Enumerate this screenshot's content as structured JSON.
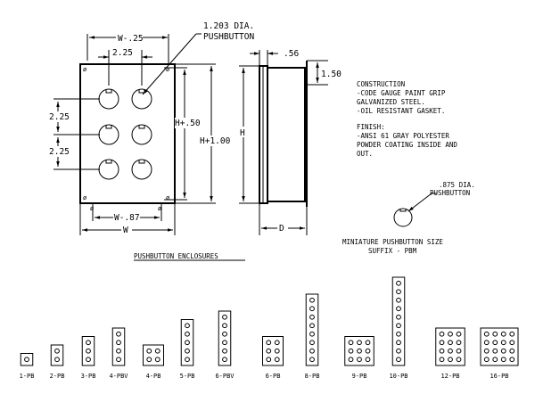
{
  "front_view": {
    "pushbutton_callout": [
      "1.203 DIA.",
      "PUSHBUTTON"
    ],
    "dim_top_width": "W-.25",
    "dim_top_spacing": "2.25",
    "dim_left_spacing_upper": "2.25",
    "dim_left_spacing_lower": "2.25",
    "dim_inner_height": "H+.50",
    "dim_outer_height": "H+1.00",
    "dim_bottom_width": "W-.87",
    "dim_overall_width": "W",
    "caption": "PUSHBUTTON ENCLOSURES"
  },
  "side_view": {
    "dim_top": ".56",
    "dim_flange": "1.50",
    "dim_height": "H",
    "dim_depth": "D"
  },
  "notes": {
    "construction_heading": "CONSTRUCTION",
    "construction_lines": [
      "-CODE GAUGE PAINT GRIP",
      "GALVANIZED STEEL.",
      "-OIL RESISTANT GASKET."
    ],
    "finish_heading": "FINISH:",
    "finish_lines": [
      "-ANSI 61 GRAY POLYESTER",
      "POWDER COATING INSIDE AND",
      "OUT."
    ]
  },
  "miniature": {
    "callout": [
      ".875 DIA.",
      "PUSHBUTTON"
    ],
    "caption": [
      "MINIATURE PUSHBUTTON SIZE",
      "SUFFIX - PBM"
    ]
  },
  "enclosures": [
    {
      "label": "1-PB",
      "cols": 1,
      "rows": 1
    },
    {
      "label": "2-PB",
      "cols": 1,
      "rows": 2
    },
    {
      "label": "3-PB",
      "cols": 1,
      "rows": 3
    },
    {
      "label": "4-PBV",
      "cols": 1,
      "rows": 4
    },
    {
      "label": "4-PB",
      "cols": 2,
      "rows": 2
    },
    {
      "label": "5-PB",
      "cols": 1,
      "rows": 5
    },
    {
      "label": "6-PBV",
      "cols": 1,
      "rows": 6
    },
    {
      "label": "6-PB",
      "cols": 2,
      "rows": 3
    },
    {
      "label": "8-PB",
      "cols": 1,
      "rows": 8
    },
    {
      "label": "9-PB",
      "cols": 3,
      "rows": 3
    },
    {
      "label": "10-PB",
      "cols": 1,
      "rows": 10
    },
    {
      "label": "12-PB",
      "cols": 3,
      "rows": 4
    },
    {
      "label": "16-PB",
      "cols": 4,
      "rows": 4
    }
  ]
}
